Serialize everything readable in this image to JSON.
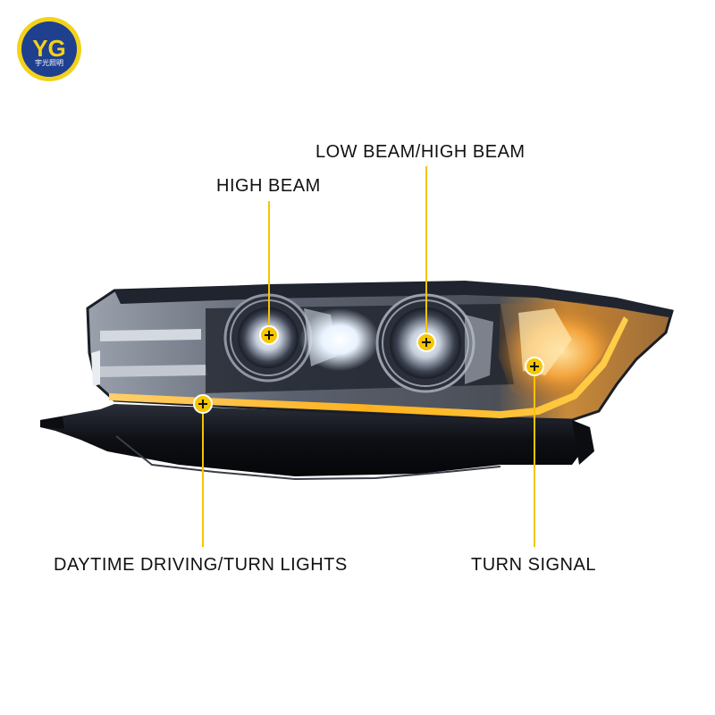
{
  "logo": {
    "monogram": "YG",
    "text": "宇光照明",
    "ring_color": "#f2d21a",
    "inner_color": "#1f3f8f"
  },
  "callouts": {
    "low_high_beam": "LOW BEAM/HIGH BEAM",
    "high_beam": "HIGH BEAM",
    "drl_turn": "DAYTIME DRIVING/TURN LIGHTS",
    "turn_signal": "TURN SIGNAL"
  },
  "colors": {
    "leader_line": "#f5c400",
    "marker_fill": "#f7c600",
    "background": "#ffffff",
    "amber_strip": "#ffb21e"
  }
}
